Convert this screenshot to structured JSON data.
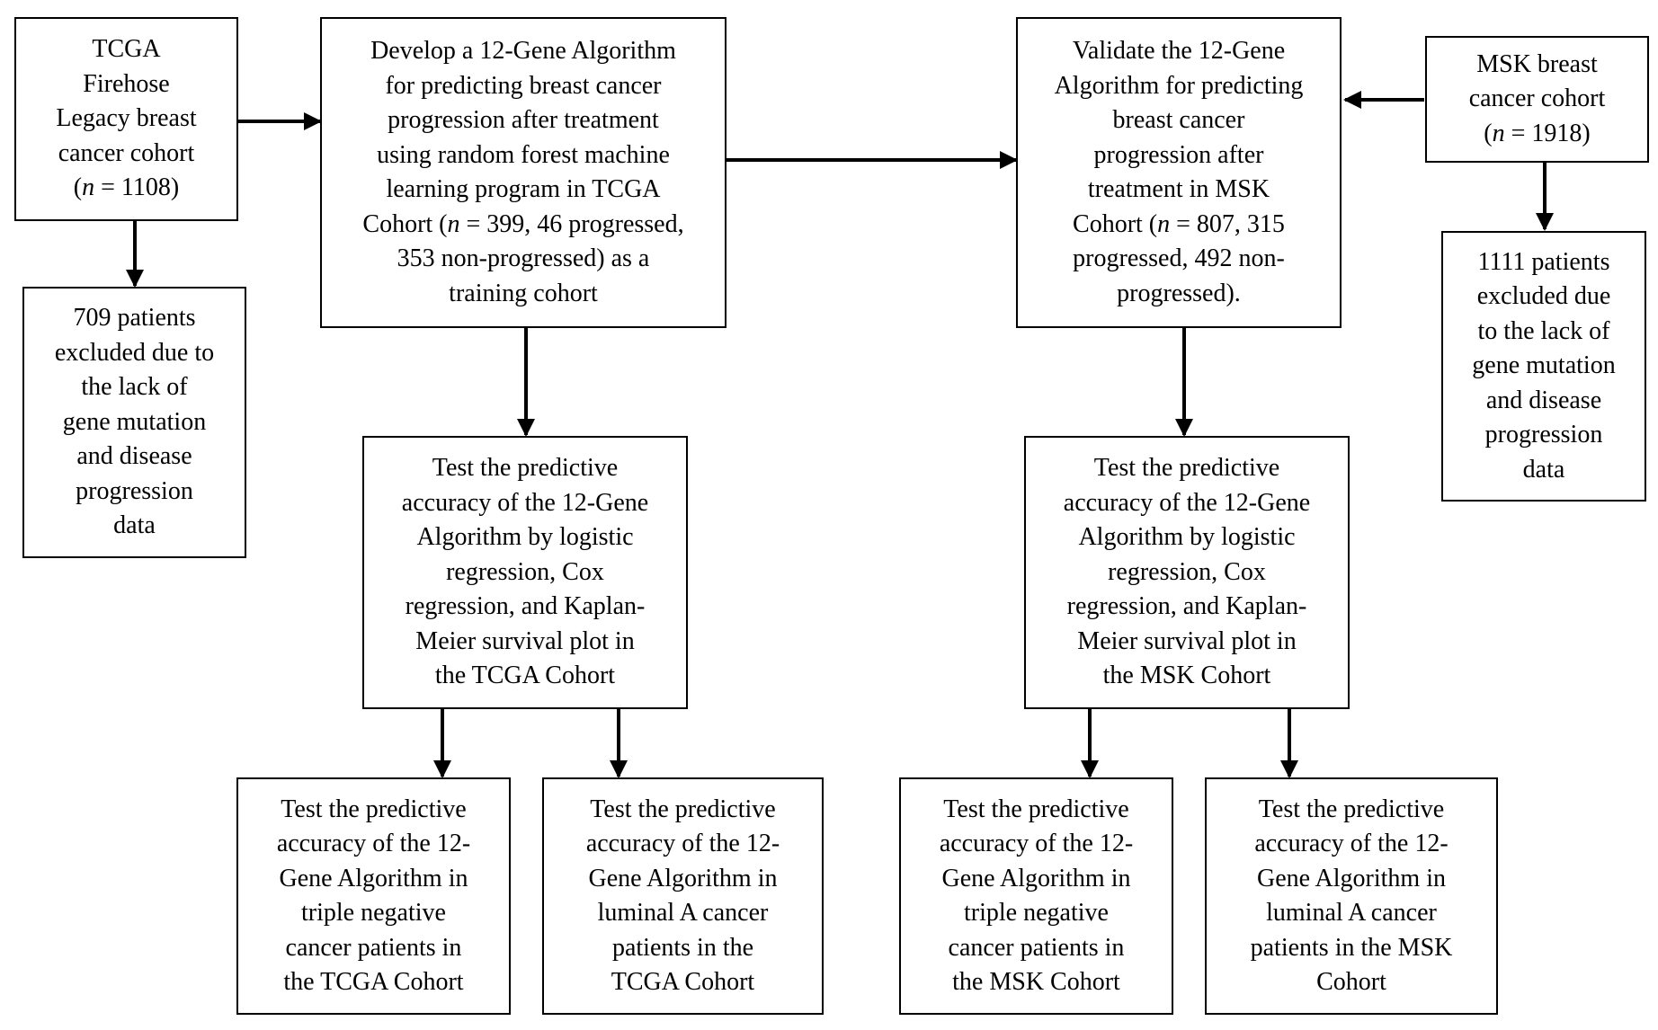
{
  "boxes": {
    "tcga_cohort": {
      "lines": [
        "TCGA",
        "Firehose",
        "Legacy breast",
        "cancer cohort",
        "(<i>n</i> = 1108)"
      ]
    },
    "tcga_excluded": {
      "lines": [
        "709 patients",
        "excluded due to",
        "the lack of",
        "gene mutation",
        "and disease",
        "progression",
        "data"
      ]
    },
    "develop_algorithm": {
      "lines": [
        "Develop a 12-Gene Algorithm",
        "for predicting breast cancer",
        "progression after treatment",
        "using random forest machine",
        "learning program in TCGA",
        "Cohort (<i>n</i> = 399, 46 progressed,",
        "353 non-progressed) as a",
        "training cohort"
      ]
    },
    "validate_algorithm": {
      "lines": [
        "Validate the 12-Gene",
        "Algorithm for predicting",
        "breast cancer",
        "progression after",
        "treatment in MSK",
        "Cohort (<i>n</i> = 807, 315",
        "progressed, 492 non-",
        "progressed)."
      ]
    },
    "msk_cohort": {
      "lines": [
        "MSK breast",
        "cancer cohort",
        "(<i>n</i> = 1918)"
      ]
    },
    "msk_excluded": {
      "lines": [
        "1111 patients",
        "excluded due",
        "to the lack of",
        "gene mutation",
        "and disease",
        "progression",
        "data"
      ]
    },
    "test_tcga": {
      "lines": [
        "Test the predictive",
        "accuracy of the 12-Gene",
        "Algorithm by logistic",
        "regression, Cox",
        "regression, and Kaplan-",
        "Meier survival plot in",
        "the TCGA Cohort"
      ]
    },
    "test_msk": {
      "lines": [
        "Test the predictive",
        "accuracy of the 12-Gene",
        "Algorithm by logistic",
        "regression, Cox",
        "regression, and Kaplan-",
        "Meier survival plot in",
        "the MSK Cohort"
      ]
    },
    "tcga_triple_negative": {
      "lines": [
        "Test the predictive",
        "accuracy of the 12-",
        "Gene Algorithm in",
        "triple negative",
        "cancer patients in",
        "the TCGA Cohort"
      ]
    },
    "tcga_luminal_a": {
      "lines": [
        "Test the predictive",
        "accuracy of the 12-",
        "Gene Algorithm in",
        "luminal A cancer",
        "patients in the",
        "TCGA Cohort"
      ]
    },
    "msk_triple_negative": {
      "lines": [
        "Test the predictive",
        "accuracy of the 12-",
        "Gene Algorithm in",
        "triple negative",
        "cancer patients in",
        "the MSK Cohort"
      ]
    },
    "msk_luminal_a": {
      "lines": [
        "Test the predictive",
        "accuracy of the 12-",
        "Gene Algorithm in",
        "luminal A cancer",
        "patients in the MSK",
        "Cohort"
      ]
    }
  }
}
